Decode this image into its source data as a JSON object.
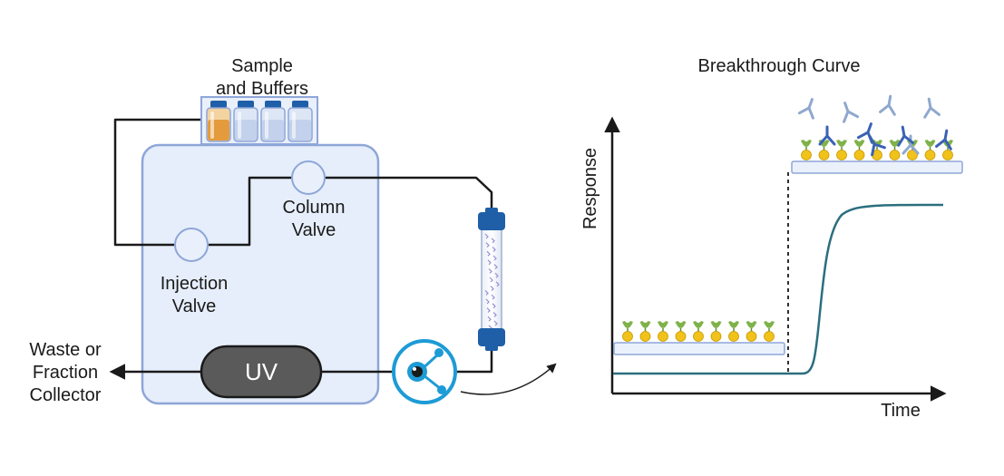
{
  "labels": {
    "sample_line1": "Sample",
    "sample_line2": "and Buffers",
    "column_valve_line1": "Column",
    "column_valve_line2": "Valve",
    "injection_valve_line1": "Injection",
    "injection_valve_line2": "Valve",
    "uv": "UV",
    "waste_line1": "Waste or",
    "waste_line2": "Fraction",
    "waste_line3": "Collector"
  },
  "chart": {
    "title": "Breakthrough Curve",
    "ylabel": "Response",
    "xlabel": "Time"
  },
  "icons": {
    "bottles": [
      "amber-sample-bottle-icon",
      "buffer-bottle-icon",
      "buffer-bottle-icon",
      "buffer-bottle-icon"
    ],
    "sensor": "detector-sensor-icon",
    "column": "chromatography-column-icon"
  },
  "colors": {
    "instrument_fill": "#e6eefb",
    "instrument_stroke": "#8ea6d8",
    "tubing": "#1a1a1a",
    "uv_fill": "#5a5a5a",
    "sensor_blue": "#1d9bd6",
    "column_cap": "#1f5fa8",
    "curve": "#2b6f7e",
    "surface_fill": "#eaf1fb",
    "ligand_green": "#7fb24a",
    "ligand_yellow": "#f0c21a",
    "antibody_light": "#8fa8cf",
    "antibody_dark": "#3a62b3"
  }
}
